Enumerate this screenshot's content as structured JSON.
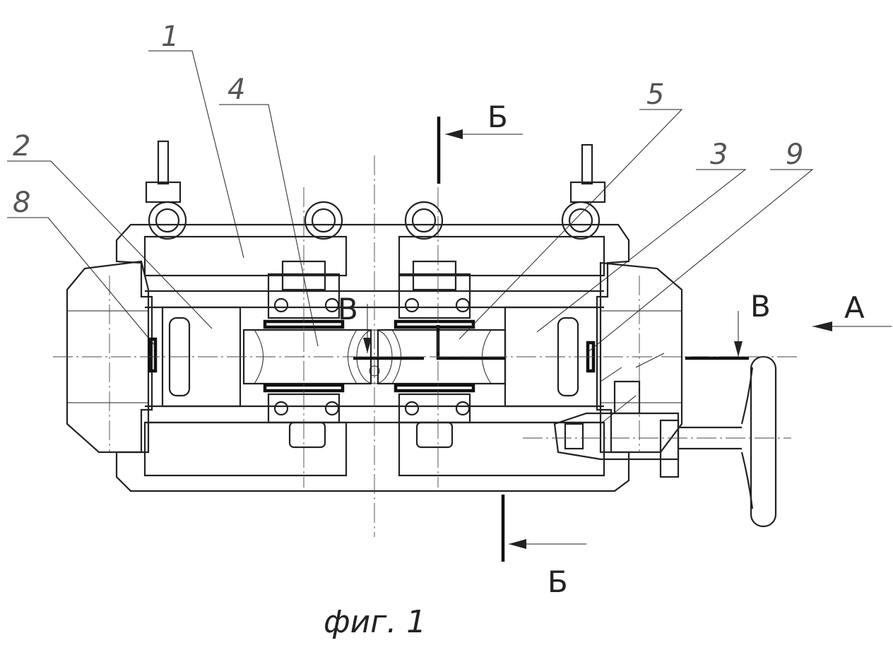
{
  "figure": {
    "caption": "фиг. 1",
    "part_labels": [
      "1",
      "2",
      "3",
      "4",
      "5",
      "8",
      "9"
    ],
    "section_labels": {
      "b_top": "Б",
      "b_bottom": "Б",
      "v_left": "В",
      "v_right": "В",
      "view_a": "А"
    }
  }
}
